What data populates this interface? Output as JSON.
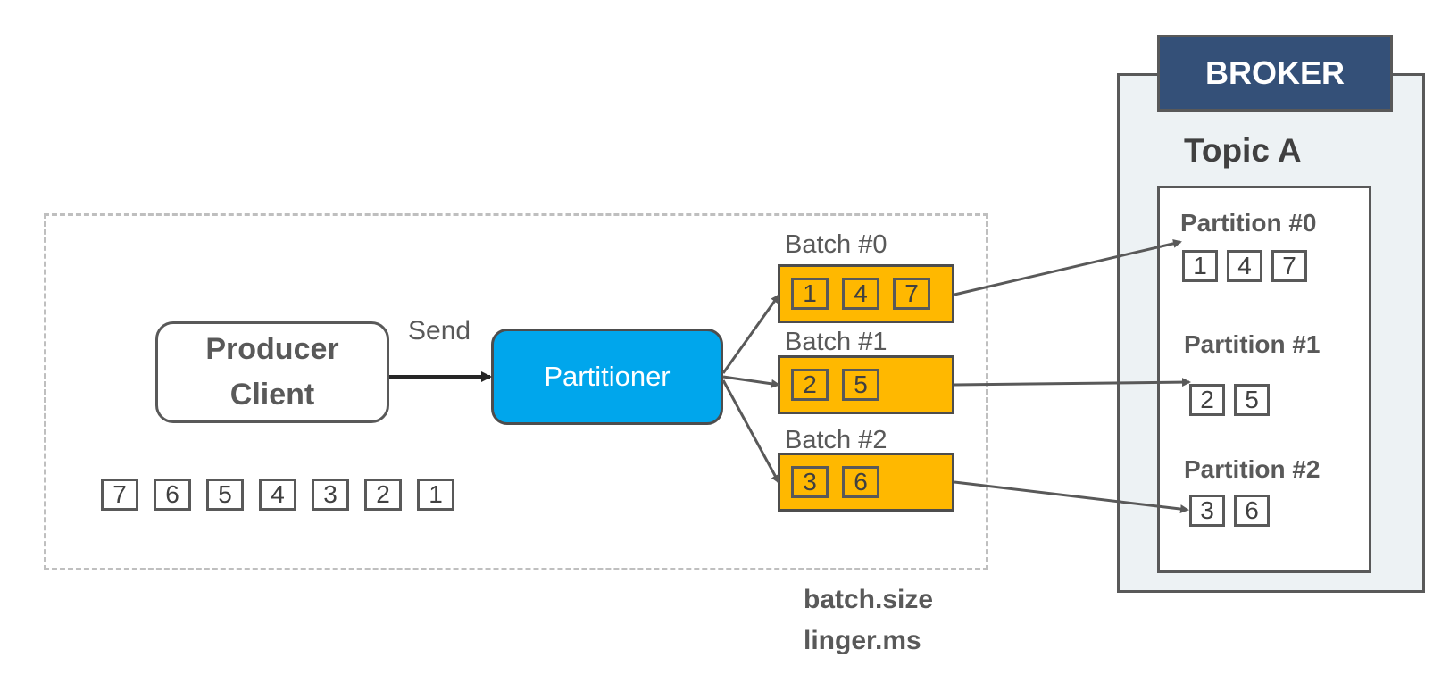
{
  "producer": {
    "client_line1": "Producer",
    "client_line2": "Client",
    "send_label": "Send",
    "partitioner_label": "Partitioner",
    "queue": [
      "7",
      "6",
      "5",
      "4",
      "3",
      "2",
      "1"
    ]
  },
  "batches": [
    {
      "label": "Batch #0",
      "messages": [
        "1",
        "4",
        "7"
      ]
    },
    {
      "label": "Batch #1",
      "messages": [
        "2",
        "5"
      ]
    },
    {
      "label": "Batch #2",
      "messages": [
        "3",
        "6"
      ]
    }
  ],
  "config": {
    "batch_size": "batch.size",
    "linger_ms": "linger.ms"
  },
  "broker": {
    "title": "BROKER",
    "topic": "Topic A",
    "partitions": [
      {
        "label": "Partition #0",
        "messages": [
          "1",
          "4",
          "7"
        ]
      },
      {
        "label": "Partition #1",
        "messages": [
          "2",
          "5"
        ]
      },
      {
        "label": "Partition #2",
        "messages": [
          "3",
          "6"
        ]
      }
    ]
  },
  "colors": {
    "partitioner": "#00a6ec",
    "batch": "#ffb800",
    "broker_header": "#345078",
    "broker_bg": "#edf2f4"
  }
}
